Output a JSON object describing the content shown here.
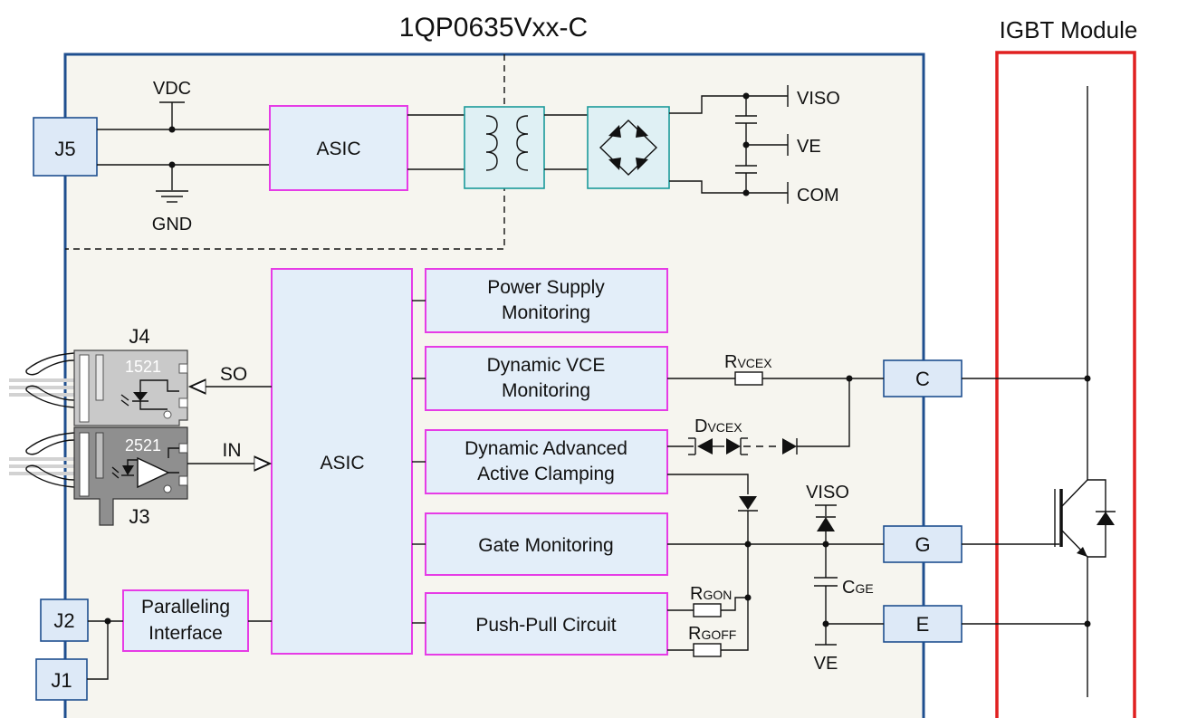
{
  "titles": {
    "driver": "1QP0635Vxx-C",
    "igbt": "IGBT Module"
  },
  "connectors": {
    "j5": "J5",
    "j4": "J4",
    "j3": "J3",
    "j2": "J2",
    "j1": "J1",
    "c": "C",
    "g": "G",
    "e": "E"
  },
  "isolated_supply": {
    "vdc": "VDC",
    "gnd": "GND",
    "asic": "ASIC",
    "viso": "VISO",
    "ve": "VE",
    "com": "COM"
  },
  "signal": {
    "so": "SO",
    "in": "IN",
    "asic": "ASIC",
    "chip_j4": "1521",
    "chip_j3": "2521"
  },
  "blocks": {
    "power_supply_1": "Power Supply",
    "power_supply_2": "Monitoring",
    "dyn_vce_1": "Dynamic VCE",
    "dyn_vce_2": "Monitoring",
    "clamp_1": "Dynamic Advanced",
    "clamp_2": "Active Clamping",
    "gate_mon": "Gate Monitoring",
    "push_pull": "Push-Pull Circuit",
    "parallel_1": "Paralleling",
    "parallel_2": "Interface"
  },
  "components": {
    "r_vcex_main": "R",
    "r_vcex_sub": "VCEX",
    "d_vcex_main": "D",
    "d_vcex_sub": "VCEX",
    "r_gon_main": "R",
    "r_gon_sub": "GON",
    "r_goff_main": "R",
    "r_goff_sub": "GOFF",
    "c_ge_main": "C",
    "c_ge_sub": "GE",
    "viso": "VISO",
    "ve": "VE"
  },
  "colors": {
    "driver_border": "#1f4f8f",
    "igbt_border": "#e02020",
    "block_border": "#e63ce6",
    "transformer_border": "#1b9a9a",
    "driver_fill": "#f6f5ef",
    "block_fill": "#e3eef9"
  }
}
